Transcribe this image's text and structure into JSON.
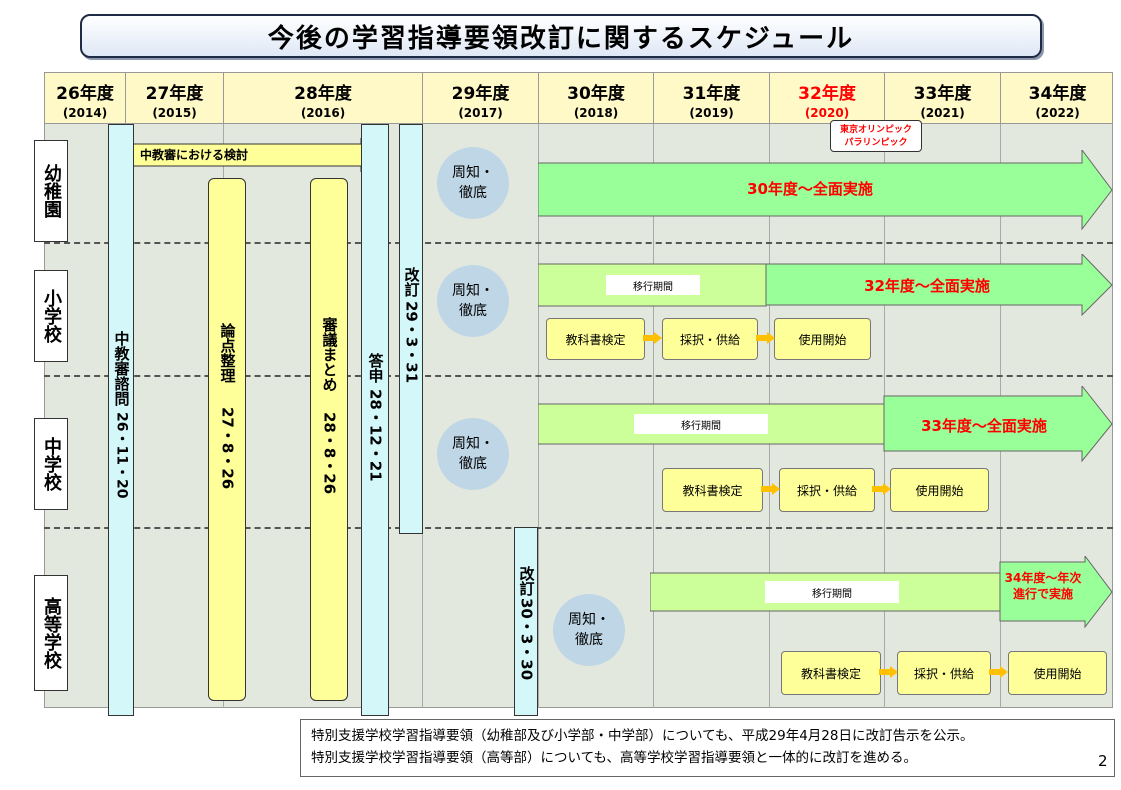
{
  "title": "今後の学習指導要領改訂に関するスケジュール",
  "years": [
    {
      "label": "26年度",
      "sub": "(2014)",
      "color": "#000000"
    },
    {
      "label": "27年度",
      "sub": "(2015)",
      "color": "#000000"
    },
    {
      "label": "28年度",
      "sub": "(2016)",
      "color": "#000000"
    },
    {
      "label": "29年度",
      "sub": "(2017)",
      "color": "#000000"
    },
    {
      "label": "30年度",
      "sub": "(2018)",
      "color": "#000000"
    },
    {
      "label": "31年度",
      "sub": "(2019)",
      "color": "#000000"
    },
    {
      "label": "32年度",
      "sub": "(2020)",
      "color": "#ff0000"
    },
    {
      "label": "33年度",
      "sub": "(2021)",
      "color": "#000000"
    },
    {
      "label": "34年度",
      "sub": "(2022)",
      "color": "#000000"
    }
  ],
  "olympics": "東京オリンピック\nパラリンピック",
  "rows": [
    "幼稚園",
    "小学校",
    "中学校",
    "高等学校"
  ],
  "chukyo_kento": "中教審における検討",
  "bars": {
    "shimon": "中教審諮問",
    "shimon_date": "26・11・20",
    "ronten": "論点整理",
    "ronten_date": "27・8・26",
    "shingi": "審議まとめ",
    "shingi_date": "28・8・26",
    "toshin": "答申",
    "toshin_date": "28・12・21",
    "kaitei1": "改訂",
    "kaitei1_date": "29・3・31",
    "kaitei2": "改訂",
    "kaitei2_date": "30・3・30"
  },
  "shuchi": "周知・\n徹底",
  "impl": {
    "kinder": "30年度～全面実施",
    "elem": "32年度～全面実施",
    "junior": "33年度～全面実施",
    "high": "34年度～年次進行で実施"
  },
  "ikou": "移行期間",
  "steps": [
    "教科書検定",
    "採択・供給",
    "使用開始"
  ],
  "notes": [
    "特別支援学校学習指導要領（幼稚部及び小学部・中学部）についても、平成29年4月28日に改訂告示を公示。",
    "特別支援学校学習指導要領（高等部）についても、高等学校学習指導要領と一体的に改訂を進める。"
  ],
  "page_number": "2",
  "colors": {
    "accent_red": "#ff0000",
    "arrow_green": "#99ff99",
    "arrow_light": "#ccff99",
    "cyan": "#d4f7fa",
    "yellow": "#ffff99",
    "circle": "#bed6e6"
  }
}
